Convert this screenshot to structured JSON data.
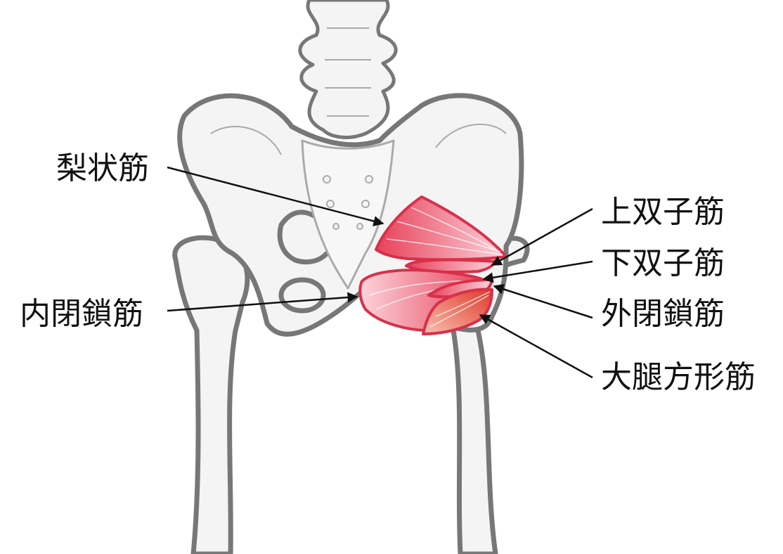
{
  "labels": {
    "piriformis": "梨状筋",
    "obturator_internus": "内閉鎖筋",
    "gemellus_superior": "上双子筋",
    "gemellus_inferior": "下双子筋",
    "obturator_externus": "外閉鎖筋",
    "quadratus_femoris": "大腿方形筋"
  },
  "colors": {
    "muscle": "#e8405a",
    "muscle_light": "#f7b7c2",
    "bone_outline": "#777777"
  }
}
